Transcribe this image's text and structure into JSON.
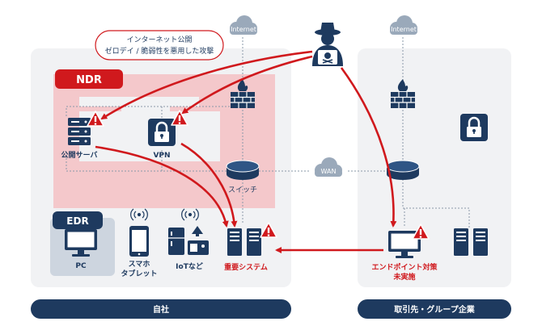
{
  "callout": {
    "line1": "インターネット公開",
    "line2": "ゼロデイ / 脆弱性を悪用した攻撃"
  },
  "clouds": {
    "internet_left": "Internet",
    "internet_right": "Internet",
    "wan": "WAN"
  },
  "zones": {
    "ndr": "NDR",
    "edr": "EDR"
  },
  "nodes": {
    "public_server": "公開サーバ",
    "vpn": "VPN",
    "switch": "スイッチ",
    "pc": "PC",
    "smartphone_line1": "スマホ",
    "smartphone_line2": "タブレット",
    "iot": "IoTなど",
    "critical_system": "重要システム",
    "endpoint_line1": "エンドポイント対策",
    "endpoint_line2": "未実施"
  },
  "footer": {
    "own_company": "自社",
    "partners": "取引先・グループ企業"
  },
  "colors": {
    "navy": "#1e3a5f",
    "alert_red": "#d0191d",
    "ndr_pink": "#f4c8cb",
    "panel_gray": "#f1f2f4",
    "edr_blue": "#cdd5df"
  }
}
